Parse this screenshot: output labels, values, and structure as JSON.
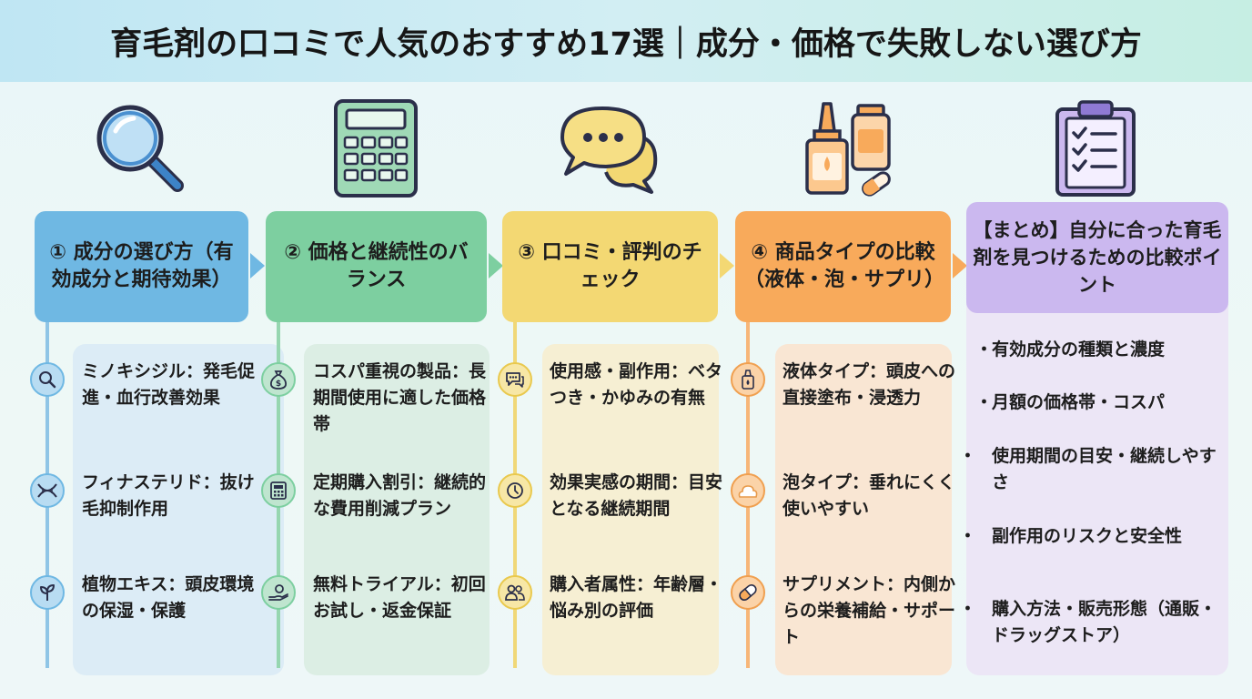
{
  "title": "育毛剤の口コミで人気のおすすめ17選｜成分・価格で失敗しない選び方",
  "colors": {
    "blue": "#6fb8e3",
    "green": "#7dcfa0",
    "yellow": "#f3d873",
    "orange": "#f8aa5b",
    "purple": "#cbb8ef"
  },
  "columns": [
    {
      "title": "① 成分の選び方（有効成分と期待効果）",
      "icon": "magnifier-icon",
      "items": [
        {
          "icon": "magnifier-small-icon",
          "text": "ミノキシジル：発毛促進・血行改善効果"
        },
        {
          "icon": "dna-icon",
          "text": "フィナステリド：抜け毛抑制作用"
        },
        {
          "icon": "leaf-icon",
          "text": "植物エキス：頭皮環境の保湿・保護"
        }
      ]
    },
    {
      "title": "② 価格と継続性のバランス",
      "icon": "calculator-icon",
      "items": [
        {
          "icon": "money-bag-icon",
          "text": "コスパ重視の製品：長期間使用に適した価格帯"
        },
        {
          "icon": "calculator-small-icon",
          "text": "定期購入割引：継続的な費用削減プラン"
        },
        {
          "icon": "hand-gift-icon",
          "text": "無料トライアル：初回お試し・返金保証"
        }
      ]
    },
    {
      "title": "③ 口コミ・評判のチェック",
      "icon": "chat-bubbles-icon",
      "items": [
        {
          "icon": "chat-small-icon",
          "text": "使用感・副作用：ベタつき・かゆみの有無"
        },
        {
          "icon": "clock-icon",
          "text": "効果実感の期間：目安となる継続期間"
        },
        {
          "icon": "people-icon",
          "text": "購入者属性：年齢層・悩み別の評価"
        }
      ]
    },
    {
      "title": "④ 商品タイプの比較（液体・泡・サプリ）",
      "icon": "bottles-icon",
      "items": [
        {
          "icon": "dropper-bottle-icon",
          "text": "液体タイプ：頭皮への直接塗布・浸透力"
        },
        {
          "icon": "foam-icon",
          "text": "泡タイプ：垂れにくく使いやすい"
        },
        {
          "icon": "capsule-icon",
          "text": "サプリメント：内側からの栄養補給・サポート"
        }
      ]
    }
  ],
  "summary": {
    "title": "【まとめ】自分に合った育毛剤を見つけるための比較ポイント",
    "icon": "clipboard-checklist-icon",
    "bullet": "・",
    "items": [
      "有効成分の種類と濃度",
      "月額の価格帯・コスパ",
      "使用期間の目安・継続しやすさ",
      "副作用のリスクと安全性",
      "購入方法・販売形態（通販・ドラッグストア）"
    ]
  }
}
